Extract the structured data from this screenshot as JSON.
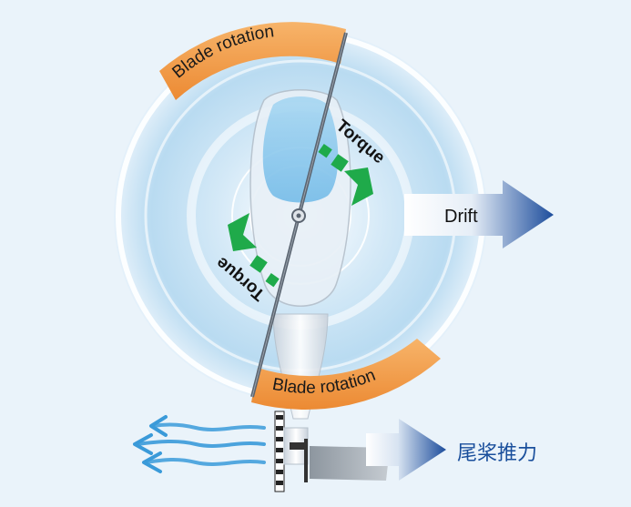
{
  "labels": {
    "blade_rotation_top": "Blade rotation",
    "blade_rotation_bottom": "Blade rotation",
    "torque_top": "Torque",
    "torque_bottom": "Torque",
    "drift": "Drift",
    "tail_thrust": "尾桨推力"
  },
  "colors": {
    "background": "#eaf3fa",
    "rotation_band": "#f29a3f",
    "torque_arrow": "#1faa4a",
    "drift_arrow_end": "#1d4d9c",
    "airflow": "#3a9ad9",
    "blade": "#5a6470"
  }
}
